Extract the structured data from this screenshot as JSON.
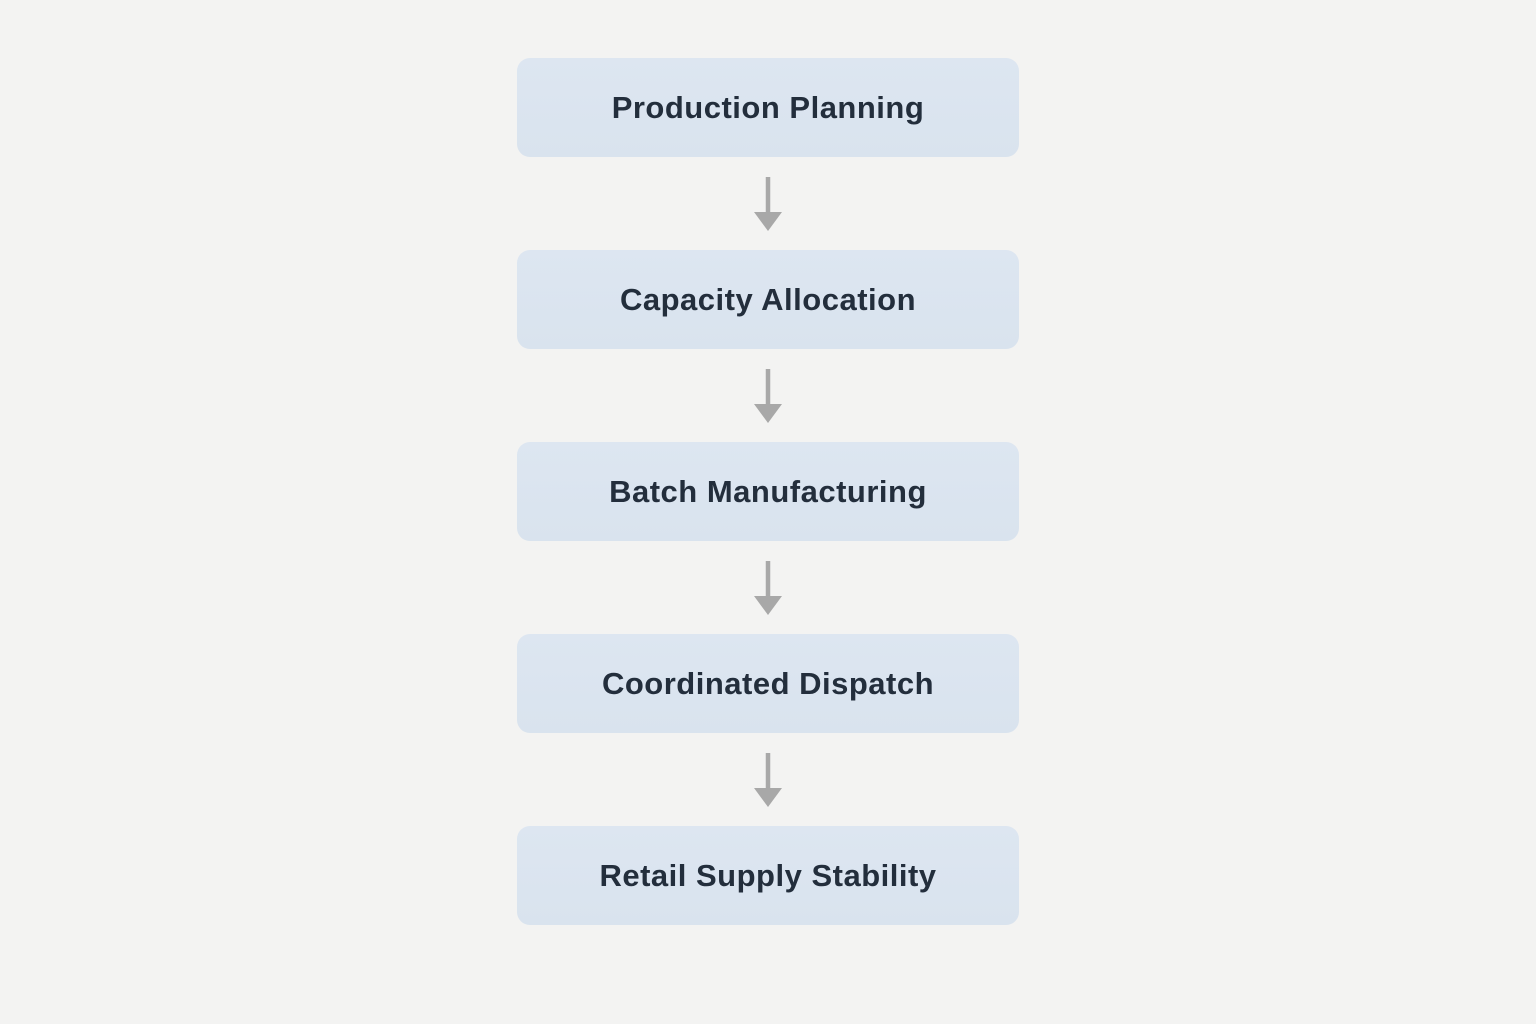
{
  "diagram": {
    "type": "flowchart",
    "direction": "top-down",
    "connector": "down-arrow",
    "nodes": [
      {
        "label": "Production Planning"
      },
      {
        "label": "Capacity Allocation"
      },
      {
        "label": "Batch Manufacturing"
      },
      {
        "label": "Coordinated Dispatch"
      },
      {
        "label": "Retail Supply Stability"
      }
    ],
    "colors": {
      "page_background": "#f3f3f2",
      "node_fill": "#dbe4ef",
      "node_text": "#232e3c",
      "arrow": "#a8a8a8"
    }
  }
}
